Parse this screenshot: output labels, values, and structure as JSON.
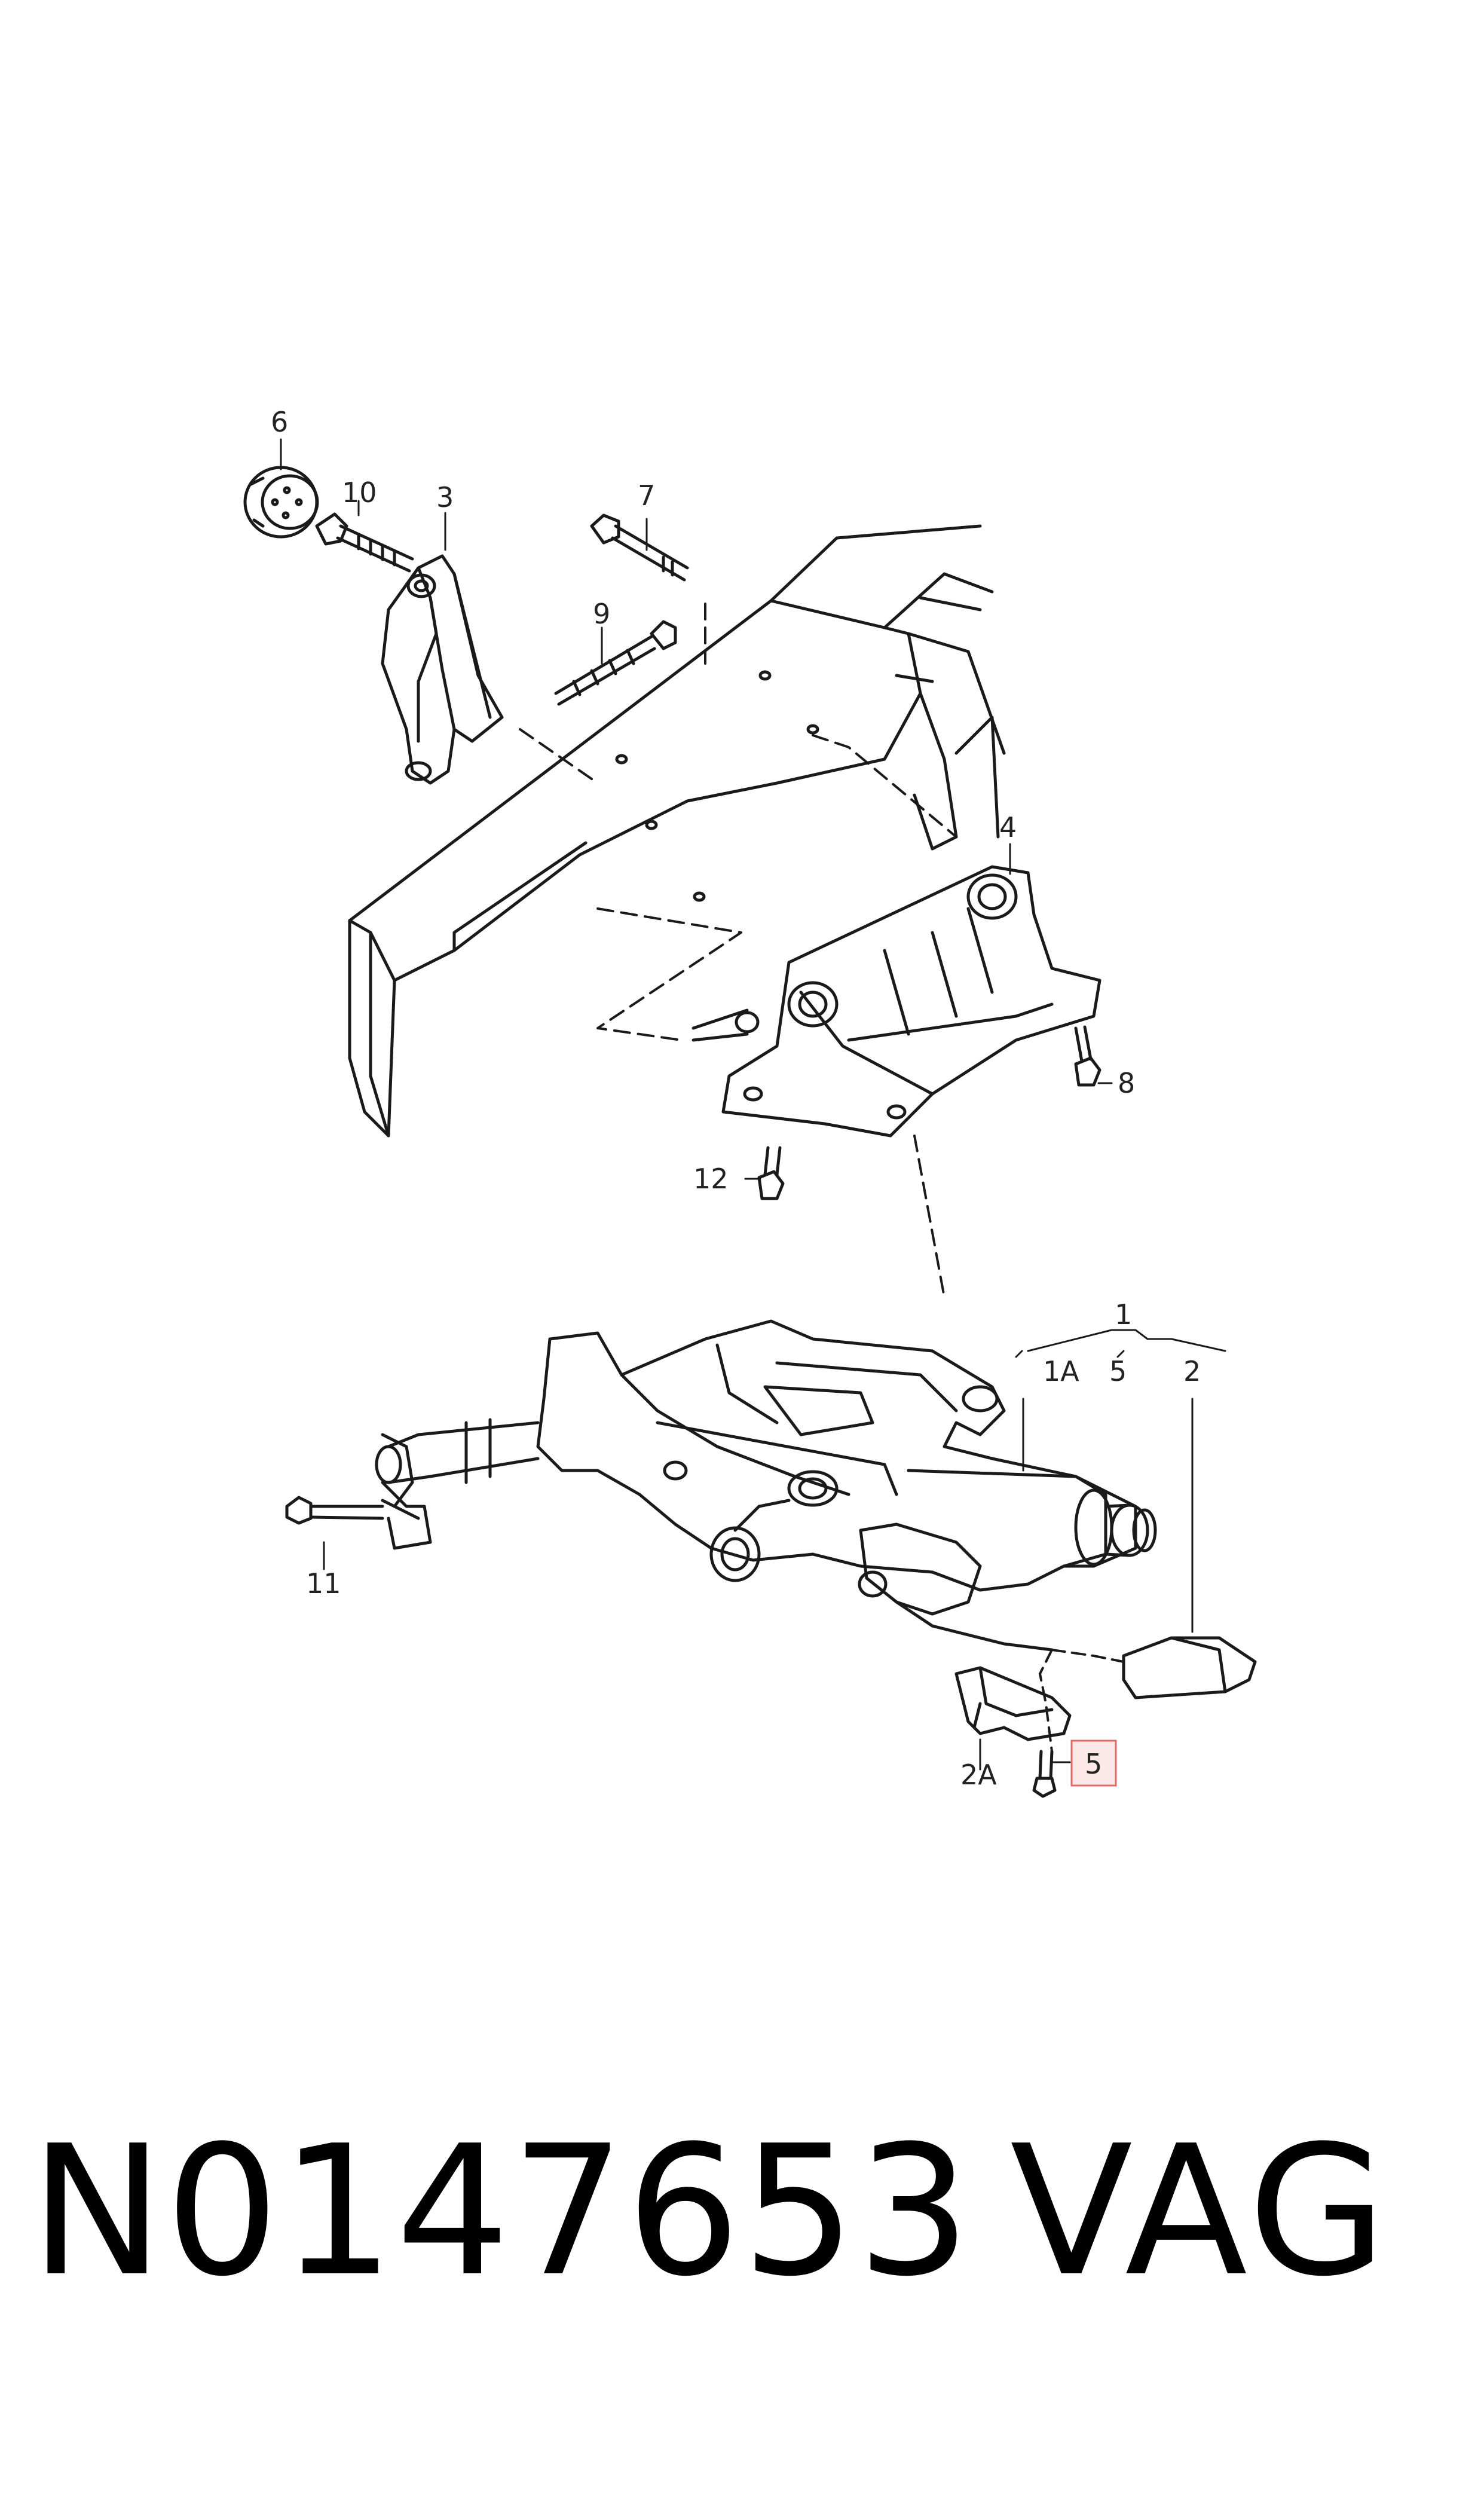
{
  "colors": {
    "line": "#1a1a1a",
    "highlight_fill": "#fde8e8",
    "highlight_stroke": "#e06a6a",
    "background": "#ffffff"
  },
  "callouts": {
    "c1": "1",
    "c1a": "1A",
    "c5top": "5",
    "c2": "2",
    "c2a": "2A",
    "c5hl": "5",
    "c3": "3",
    "c4": "4",
    "c6": "6",
    "c7": "7",
    "c8": "8",
    "c9": "9",
    "c10": "10",
    "c11": "11",
    "c12": "12"
  },
  "part_number": "N0147653",
  "brand": "VAG"
}
